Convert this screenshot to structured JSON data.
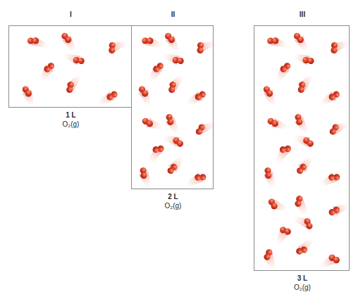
{
  "diagram": {
    "nodes": [
      {
        "text": [
          "I",
          "1 L",
          "O₂(g)"
        ]
      },
      {
        "text": [
          "II",
          "2 L",
          "O₂(g)"
        ]
      },
      {
        "text": [
          "III",
          "3 L",
          "O₂(g)"
        ]
      }
    ]
  }
}
